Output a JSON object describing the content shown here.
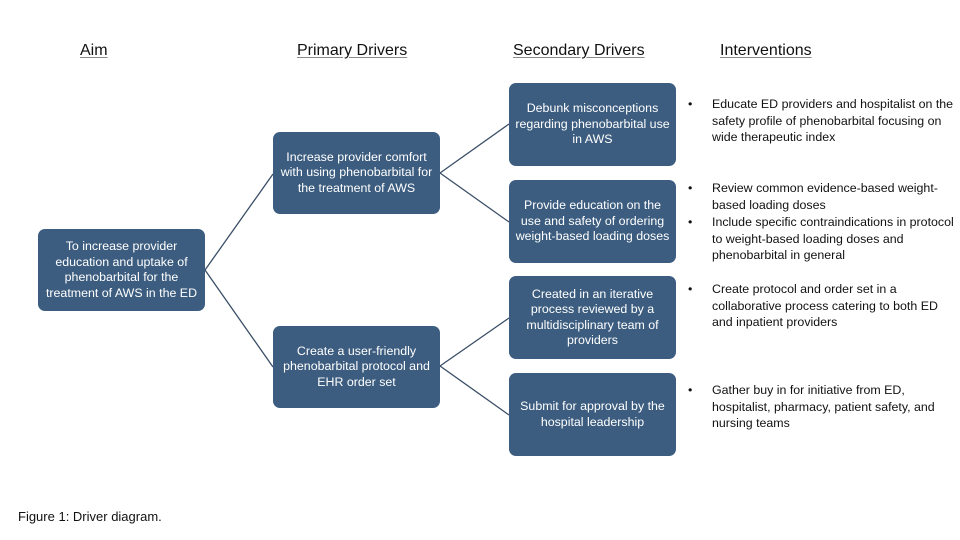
{
  "headers": {
    "aim": "Aim",
    "primary": "Primary Drivers",
    "secondary": "Secondary Drivers",
    "interventions": "Interventions"
  },
  "aim": {
    "text": "To increase provider education and uptake of phenobarbital for the treatment of AWS in the ED"
  },
  "primary_drivers": [
    {
      "text": "Increase provider comfort with using phenobarbital for the treatment of AWS"
    },
    {
      "text": "Create a user-friendly phenobarbital protocol and EHR order set"
    }
  ],
  "secondary_drivers": [
    {
      "text": "Debunk misconceptions regarding phenobarbital use in AWS"
    },
    {
      "text": "Provide education on the use and safety of ordering weight-based loading doses"
    },
    {
      "text": "Created in an iterative process reviewed by a multidisciplinary team of providers"
    },
    {
      "text": "Submit for approval by the hospital leadership"
    }
  ],
  "interventions": [
    {
      "bullets": [
        "Educate ED providers and hospitalist on the safety profile of phenobarbital focusing on wide therapeutic index"
      ]
    },
    {
      "bullets": [
        "Review common evidence-based weight-based loading doses",
        "Include specific contraindications in protocol to weight-based loading doses and phenobarbital in general"
      ]
    },
    {
      "bullets": [
        "Create protocol and order set in a collaborative process catering to both ED and inpatient providers"
      ]
    },
    {
      "bullets": [
        "Gather buy in for initiative from ED, hospitalist, pharmacy, patient safety, and nursing teams"
      ]
    }
  ],
  "bullet_glyph": "•",
  "caption": "Figure 1: Driver diagram.",
  "colors": {
    "box_fill": "#3c5d7f",
    "connector": "#3a4e66"
  }
}
